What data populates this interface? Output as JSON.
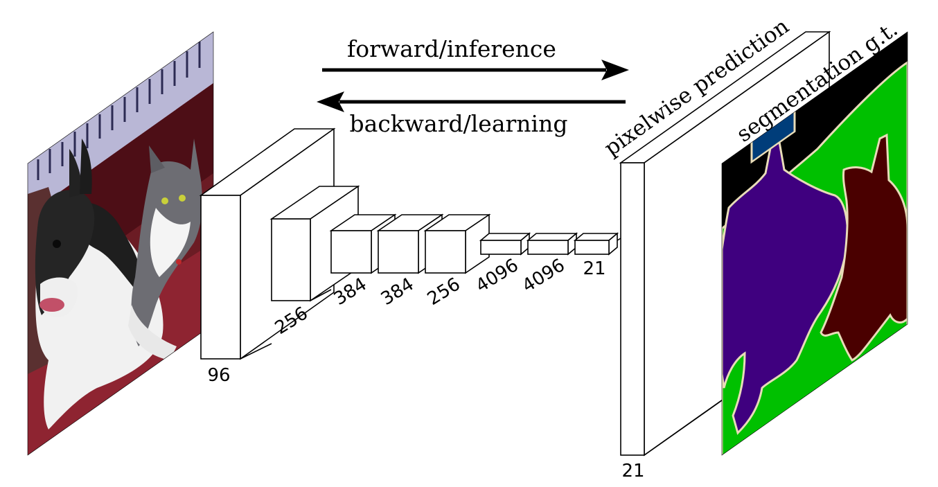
{
  "arrows": {
    "forward_label": "forward/inference",
    "backward_label": "backward/learning"
  },
  "layers": {
    "conv1": "96",
    "conv2": "256",
    "conv3": "384",
    "conv4": "384",
    "conv5": "256",
    "fc6": "4096",
    "fc7": "4096",
    "score": "21",
    "prediction": "21"
  },
  "labels": {
    "prediction": "pixelwise prediction",
    "ground_truth": "segmentation g.t."
  },
  "images": {
    "input": "dog-and-cat-photo",
    "ground_truth": "segmentation-mask"
  },
  "colors": {
    "mask_background": "#000000",
    "mask_dog": "#3f007f",
    "mask_cat": "#4a0000",
    "mask_floor": "#00c000",
    "mask_outline": "#e8dcb8",
    "mask_sky": "#003d7a"
  }
}
